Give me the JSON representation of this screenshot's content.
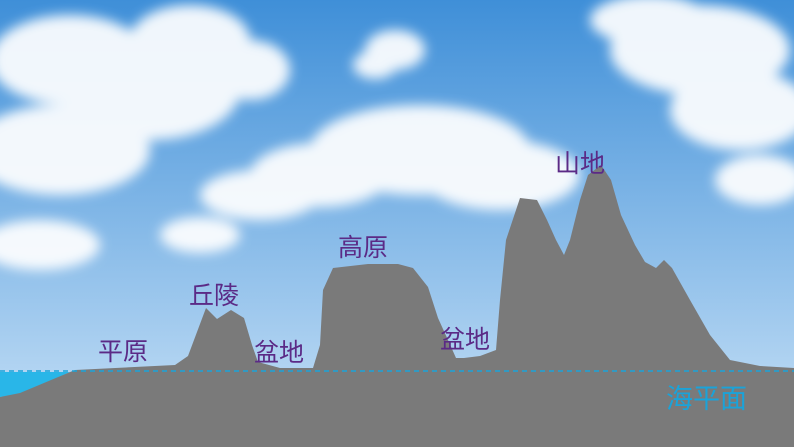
{
  "labels": {
    "plain": "平原",
    "hills": "丘陵",
    "basin_left": "盆地",
    "plateau": "高原",
    "basin_right": "盆地",
    "mountains": "山地",
    "sea_level": "海平面"
  },
  "colors": {
    "sky_top": "#3f8fd8",
    "sky_bottom": "#c9e2f7",
    "cloud": "#ffffff",
    "terrain": "#7a7a7a",
    "sea": "#29b6e8",
    "sea_level_line": "#1aa3d9",
    "label_text": "#5b2a86",
    "sea_label_text": "#1aa3d9"
  }
}
